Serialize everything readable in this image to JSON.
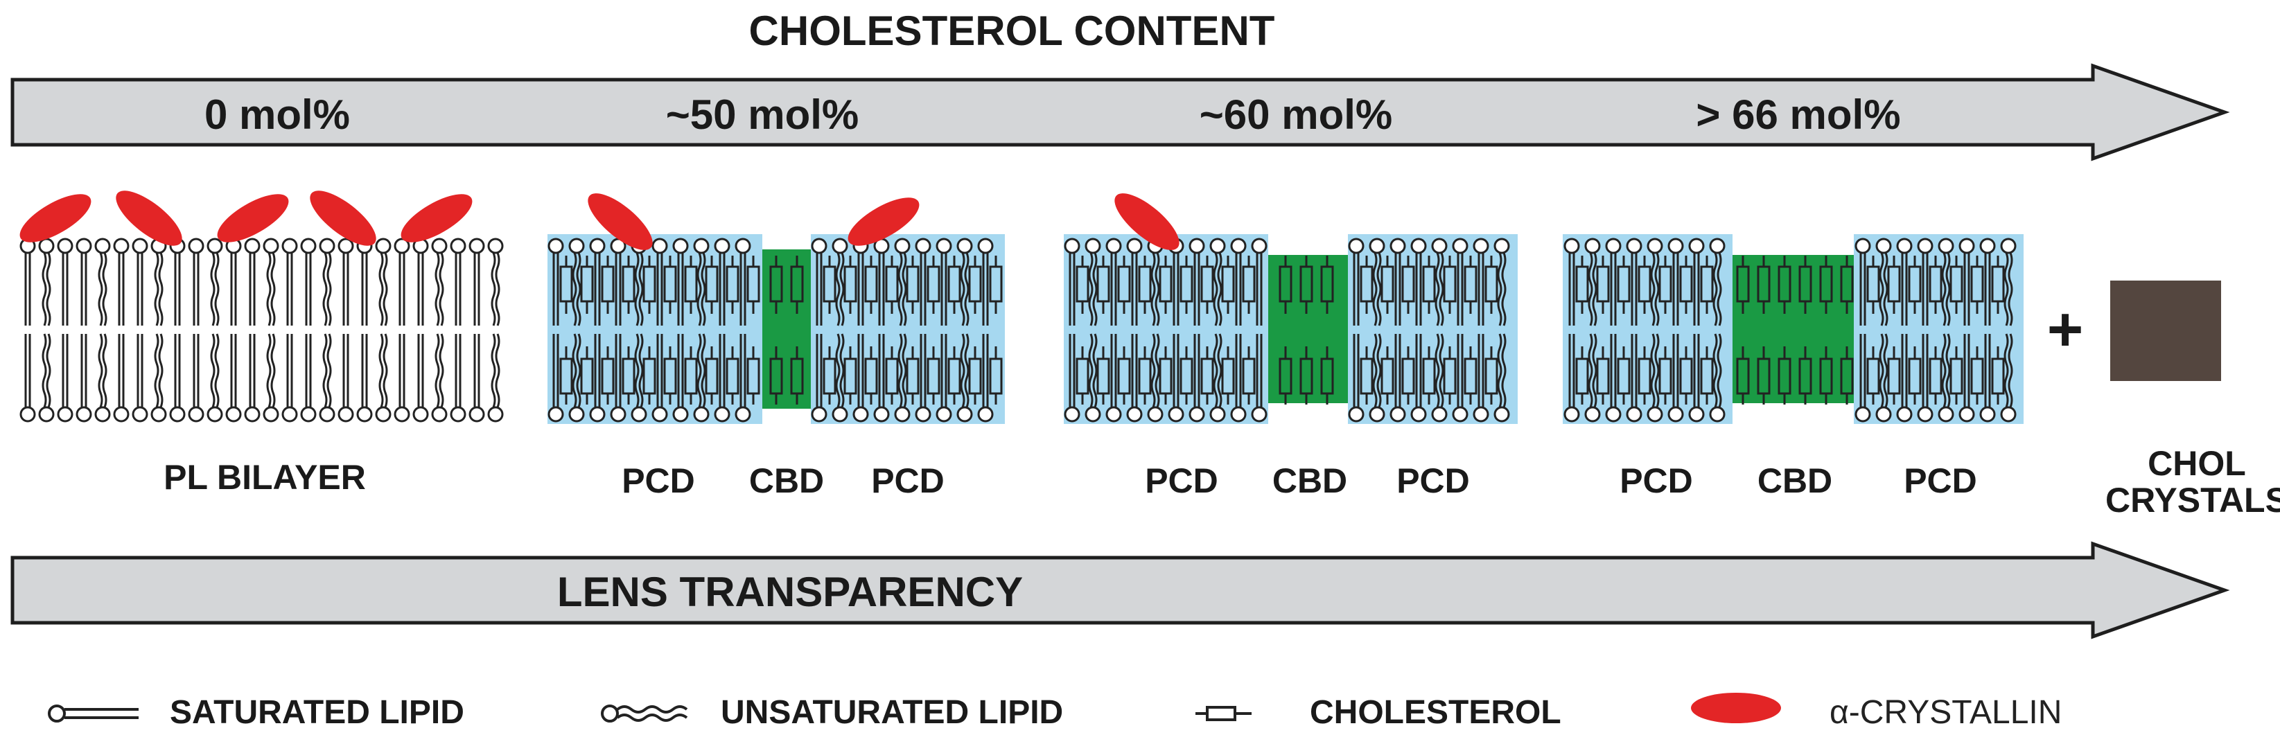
{
  "header": {
    "title": "CHOLESTEROL CONTENT"
  },
  "cholesterol_arrow": {
    "stages": [
      "0 mol%",
      "~50 mol%",
      "~60 mol%",
      "> 66 mol%"
    ]
  },
  "panels": {
    "p1": {
      "label": "PL BILAYER"
    },
    "p2": {
      "labels": [
        "PCD",
        "CBD",
        "PCD"
      ]
    },
    "p3": {
      "labels": [
        "PCD",
        "CBD",
        "PCD"
      ]
    },
    "p4": {
      "labels": [
        "PCD",
        "CBD",
        "PCD"
      ]
    },
    "crystals": {
      "plus": "+",
      "line1": "CHOL",
      "line2": "CRYSTALS"
    }
  },
  "transparency_arrow": {
    "label": "LENS TRANSPARENCY"
  },
  "legend": {
    "saturated": "SATURATED LIPID",
    "unsaturated": "UNSATURATED LIPID",
    "cholesterol": "CHOLESTEROL",
    "crystallin": "α-CRYSTALLIN"
  },
  "colors": {
    "arrow_fill": "#d4d6d8",
    "pcd_domain": "#a6d8f0",
    "cbd_domain": "#1a9a44",
    "crystallin": "#e32526",
    "crystal": "#54463f",
    "lipid_stroke": "#222222"
  }
}
